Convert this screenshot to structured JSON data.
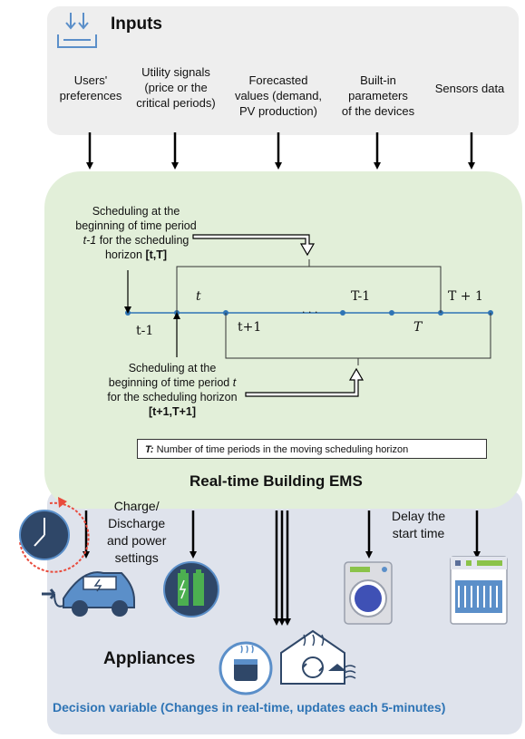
{
  "inputs": {
    "title": "Inputs",
    "items": [
      {
        "label": "Users'\npreferences"
      },
      {
        "label": "Utility signals\n(price or the\ncritical periods)"
      },
      {
        "label": "Forecasted\nvalues (demand,\nPV production)"
      },
      {
        "label": "Built-in\nparameters\nof the devices"
      },
      {
        "label": "Sensors data"
      }
    ]
  },
  "ems": {
    "title": "Real-time Building EMS",
    "sched_top": {
      "line1": "Scheduling at the",
      "line2": "beginning of time period",
      "line3_it": "t-1",
      "line3": " for the scheduling",
      "line4": "horizon ",
      "line4_b": "[t,T]"
    },
    "sched_bottom": {
      "line1": "Scheduling at the",
      "line2": "beginning of time period ",
      "line2_it": "t",
      "line3": "for the scheduling horizon",
      "line4_b": "[t+1,T+1]"
    },
    "timeline": {
      "t_top": "t",
      "T1_top": "T-1",
      "Tp1_top": "T + 1",
      "t1_bottom": "t-1",
      "tp1_bottom": "t+1",
      "dots": ". . .",
      "T_bottom": "T"
    },
    "note_bold": "T:",
    "note_text": " Number of time periods in the moving scheduling horizon"
  },
  "appliances": {
    "title": "Appliances",
    "charge_label": "Charge/\nDischarge\nand power\nsettings",
    "delay_label": "Delay the\nstart time",
    "decision": "Decision variable (Changes in real-time, updates each 5-minutes)"
  },
  "colors": {
    "inputs_bg": "#eeeeee",
    "ems_bg": "#e2efd9",
    "appl_bg": "#dfe3ec",
    "accent_blue": "#2e74b5",
    "timeline": "#2e74b5",
    "icon_blue": "#5b8fc9",
    "clock_red": "#e94b3c",
    "green": "#4caf50"
  }
}
